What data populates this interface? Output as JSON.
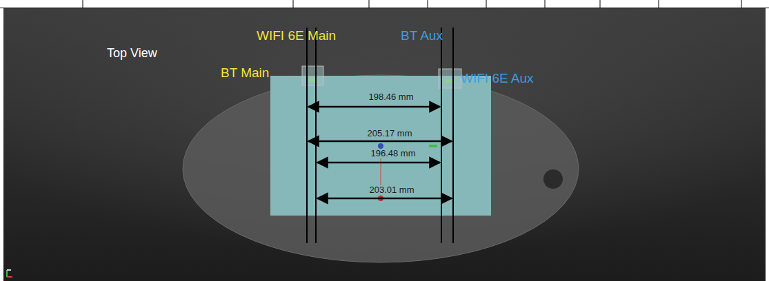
{
  "diagram": {
    "labels": [
      "Top View",
      "WIFI 6E Main",
      "BT Aux",
      "BT Main",
      "WIFI 6E Aux",
      "198.46 mm",
      "205.17 mm",
      "196.48 mm",
      "203.01 mm"
    ]
  }
}
